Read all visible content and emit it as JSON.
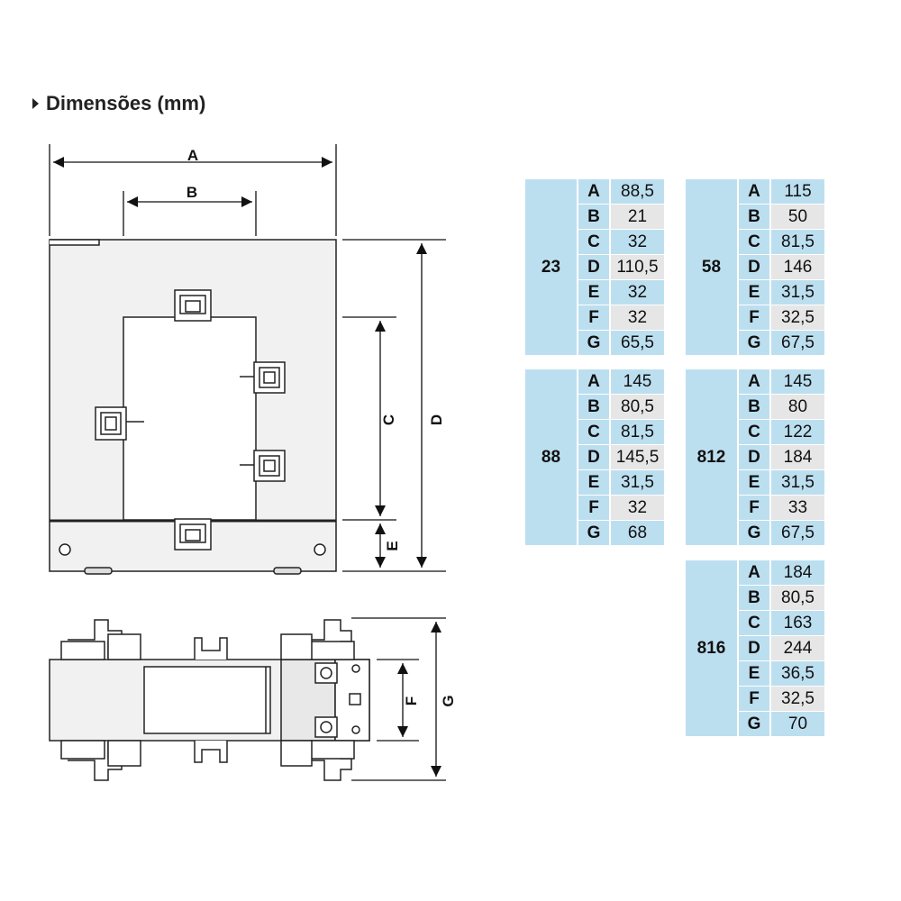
{
  "heading": "Dimensões (mm)",
  "drawing": {
    "labels": {
      "a": "A",
      "b": "B",
      "c": "C",
      "d": "D",
      "e": "E",
      "f": "F",
      "g": "G"
    }
  },
  "spec_tables": [
    {
      "model": "23",
      "rows": [
        [
          "A",
          "88,5"
        ],
        [
          "B",
          "21"
        ],
        [
          "C",
          "32"
        ],
        [
          "D",
          "110,5"
        ],
        [
          "E",
          "32"
        ],
        [
          "F",
          "32"
        ],
        [
          "G",
          "65,5"
        ]
      ]
    },
    {
      "model": "58",
      "rows": [
        [
          "A",
          "115"
        ],
        [
          "B",
          "50"
        ],
        [
          "C",
          "81,5"
        ],
        [
          "D",
          "146"
        ],
        [
          "E",
          "31,5"
        ],
        [
          "F",
          "32,5"
        ],
        [
          "G",
          "67,5"
        ]
      ]
    },
    {
      "model": "88",
      "rows": [
        [
          "A",
          "145"
        ],
        [
          "B",
          "80,5"
        ],
        [
          "C",
          "81,5"
        ],
        [
          "D",
          "145,5"
        ],
        [
          "E",
          "31,5"
        ],
        [
          "F",
          "32"
        ],
        [
          "G",
          "68"
        ]
      ]
    },
    {
      "model": "812",
      "rows": [
        [
          "A",
          "145"
        ],
        [
          "B",
          "80"
        ],
        [
          "C",
          "122"
        ],
        [
          "D",
          "184"
        ],
        [
          "E",
          "31,5"
        ],
        [
          "F",
          "33"
        ],
        [
          "G",
          "67,5"
        ]
      ]
    },
    {
      "model": "816",
      "rows": [
        [
          "A",
          "184"
        ],
        [
          "B",
          "80,5"
        ],
        [
          "C",
          "163"
        ],
        [
          "D",
          "244"
        ],
        [
          "E",
          "36,5"
        ],
        [
          "F",
          "32,5"
        ],
        [
          "G",
          "70"
        ]
      ]
    }
  ],
  "colors": {
    "cell_blue": "#bcdff0",
    "cell_gray": "#e6e6e6",
    "line": "#222222"
  }
}
